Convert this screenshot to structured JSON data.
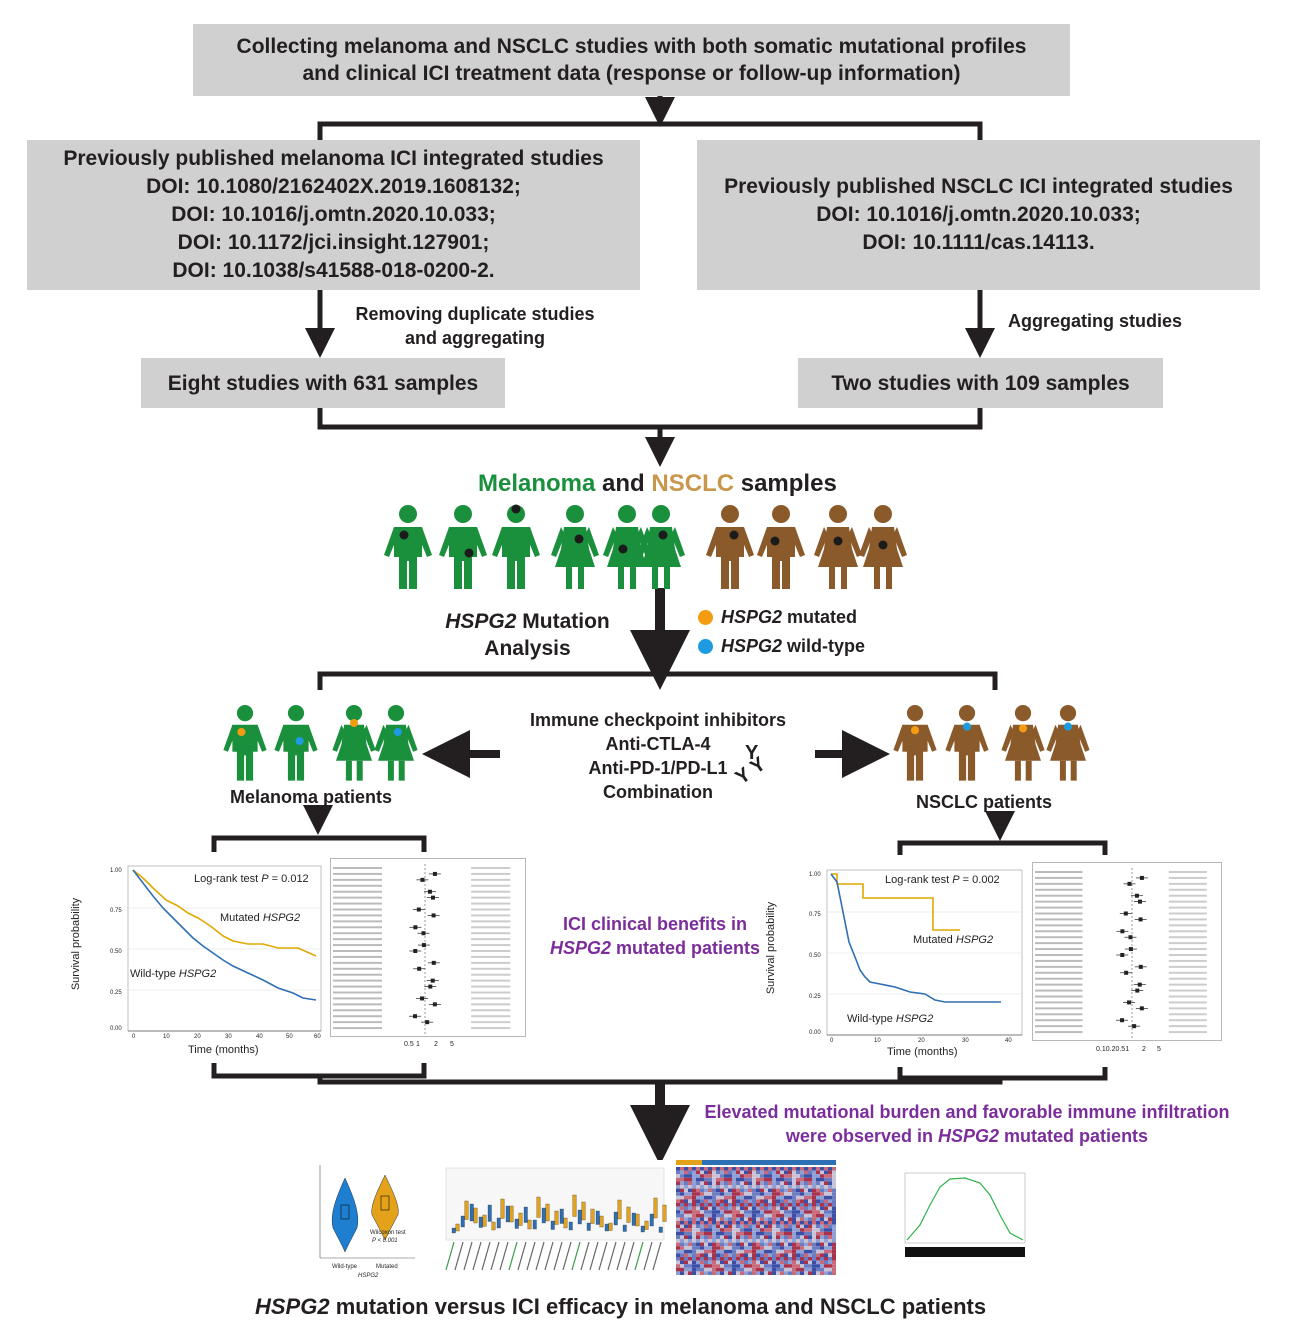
{
  "top_box": {
    "line1": "Collecting melanoma and NSCLC studies with both somatic mutational profiles",
    "line2": "and clinical ICI treatment data (response or follow-up information)"
  },
  "left_box": {
    "title": "Previously published melanoma ICI integrated studies",
    "dois": [
      "DOI: 10.1080/2162402X.2019.1608132;",
      "DOI: 10.1016/j.omtn.2020.10.033;",
      "DOI: 10.1172/jci.insight.127901;",
      "DOI: 10.1038/s41588-018-0200-2."
    ]
  },
  "right_box": {
    "title": "Previously published NSCLC ICI integrated studies",
    "dois": [
      "DOI: 10.1016/j.omtn.2020.10.033;",
      "DOI: 10.1111/cas.14113."
    ]
  },
  "left_step": {
    "line1": "Removing duplicate studies",
    "line2": "and aggregating"
  },
  "right_step": "Aggregating studies",
  "left_result": "Eight studies with 631 samples",
  "right_result": "Two studies with 109 samples",
  "samples_title": {
    "melanoma": "Melanoma",
    "and": "and",
    "nsclc": "NSCLC",
    "samples": "samples"
  },
  "analysis": {
    "gene": "HSPG2",
    "line1": "Mutation",
    "line2": "Analysis"
  },
  "legend": [
    {
      "gene": "HSPG2",
      "text": "mutated",
      "color": "#f39c12"
    },
    {
      "gene": "HSPG2",
      "text": "wild-type",
      "color": "#1e9be0"
    }
  ],
  "ici": [
    "Immune checkpoint inhibitors",
    "Anti-CTLA-4",
    "Anti-PD-1/PD-L1",
    "Combination"
  ],
  "melanoma_patients": "Melanoma patients",
  "nsclc_patients": "NSCLC patients",
  "benefit": {
    "line1": "ICI clinical benefits in",
    "gene": "HSPG2",
    "line2": "mutated patients"
  },
  "km_left": {
    "logrank_label": "Log-rank test",
    "p_symbol": "P",
    "p_value": "= 0.012",
    "mutated_label": "Mutated",
    "wild_label": "Wild-type",
    "gene": "HSPG2",
    "ylabel": "Survival probability",
    "xlabel": "Time (months)",
    "yticks": [
      "1.00",
      "0.75",
      "0.50",
      "0.25",
      "0.00"
    ],
    "xticks": [
      "0",
      "10",
      "20",
      "30",
      "40",
      "50",
      "60"
    ]
  },
  "km_right": {
    "logrank_label": "Log-rank test",
    "p_symbol": "P",
    "p_value": "= 0.002",
    "mutated_label": "Mutated",
    "wild_label": "Wild-type",
    "gene": "HSPG2",
    "ylabel": "Survival probability",
    "xlabel": "Time (months)",
    "yticks": [
      "1.00",
      "0.75",
      "0.50",
      "0.25",
      "0.00"
    ],
    "xticks": [
      "0",
      "10",
      "20",
      "30",
      "40"
    ]
  },
  "forest_left_ticks": [
    "0.5",
    "1",
    "2",
    "5"
  ],
  "forest_right_ticks": [
    "0.10.20.51",
    "2",
    "5"
  ],
  "burden": {
    "line1": "Elevated mutational burden and favorable immune infiltration",
    "line2a": "were observed in",
    "gene": "HSPG2",
    "line2b": "mutated patients"
  },
  "violin": {
    "test": "Wilcoxon test",
    "p": "P < 0.001",
    "x1": "Wild-type",
    "x2": "Mutated",
    "xgene": "HSPG2"
  },
  "footer": {
    "gene": "HSPG2",
    "text": "mutation versus ICI efficacy in melanoma and NSCLC patients"
  },
  "colors": {
    "green": "#1a8f3c",
    "brown": "#8b5a2b",
    "orange": "#f39c12",
    "blue": "#1e9be0",
    "purple": "#7b2d9b",
    "box": "#d0d0d0"
  }
}
